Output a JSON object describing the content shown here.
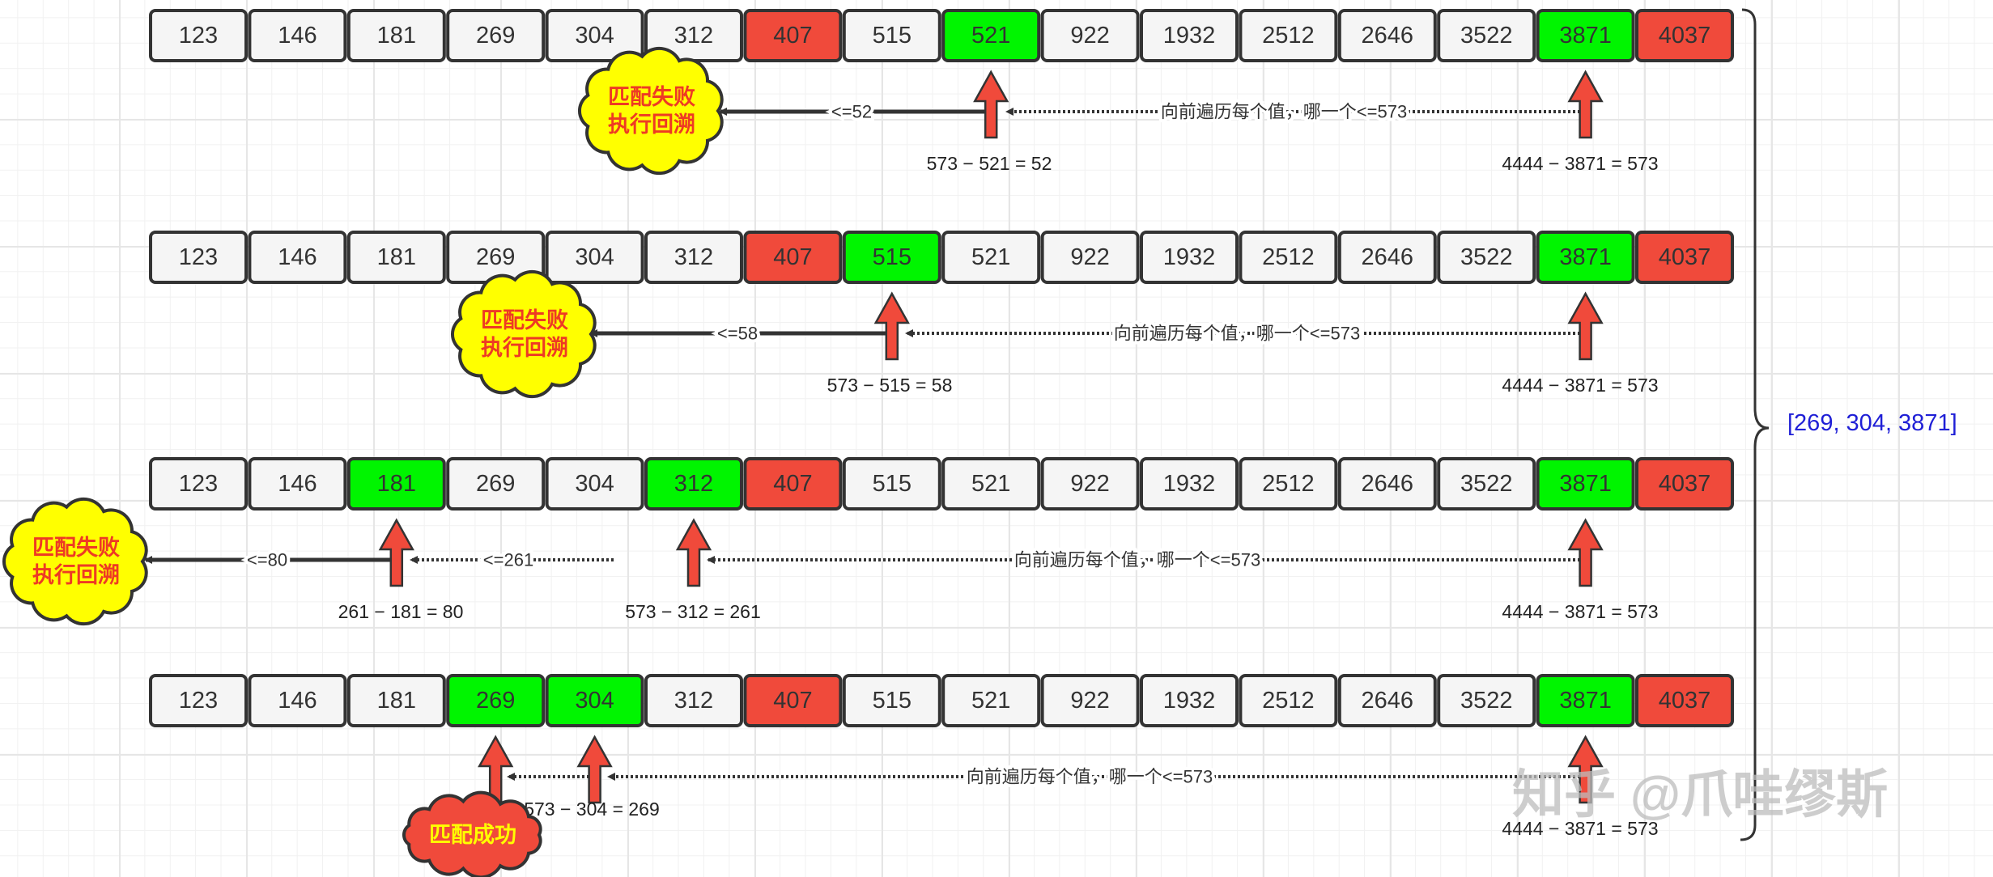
{
  "colors": {
    "cell": "#f5f5f5",
    "green": "#00f500",
    "red": "#f04a3b",
    "cloud_yellow": "#ffff00",
    "cloud_text_red": "#ee3a24",
    "result_blue": "#1f1fd6"
  },
  "values": [
    "123",
    "146",
    "181",
    "269",
    "304",
    "312",
    "407",
    "515",
    "521",
    "922",
    "1932",
    "2512",
    "2646",
    "3522",
    "3871",
    "4037"
  ],
  "rows": [
    {
      "green": [
        "521",
        "3871"
      ],
      "red": [
        "407",
        "4037"
      ],
      "line_labels": [
        "向前遍历每个值，哪一个<=573",
        "<=52"
      ],
      "equations": [
        "573 − 521 = 52",
        "4444 − 3871 = 573"
      ],
      "cloud": [
        "匹配失败",
        "执行回溯"
      ]
    },
    {
      "green": [
        "515",
        "3871"
      ],
      "red": [
        "407",
        "4037"
      ],
      "line_labels": [
        "向前遍历每个值，哪一个<=573",
        "<=58"
      ],
      "equations": [
        "573 − 515 = 58",
        "4444 − 3871 = 573"
      ],
      "cloud": [
        "匹配失败",
        "执行回溯"
      ]
    },
    {
      "green": [
        "181",
        "312",
        "3871"
      ],
      "red": [
        "407",
        "4037"
      ],
      "line_labels": [
        "向前遍历每个值，哪一个<=573",
        "<=261",
        "<=80"
      ],
      "equations": [
        "261 − 181 = 80",
        "573 − 312 = 261",
        "4444 − 3871 = 573"
      ],
      "cloud": [
        "匹配失败",
        "执行回溯"
      ]
    },
    {
      "green": [
        "269",
        "304",
        "3871"
      ],
      "red": [
        "407",
        "4037"
      ],
      "line_labels": [
        "向前遍历每个值，哪一个<=573",
        ""
      ],
      "equations": [
        "573 − 304 = 269",
        "4444 − 3871 = 573"
      ],
      "cloud": [
        "匹配成功"
      ]
    }
  ],
  "result": "[269, 304, 3871]",
  "watermark": "知乎 @爪哇缪斯"
}
